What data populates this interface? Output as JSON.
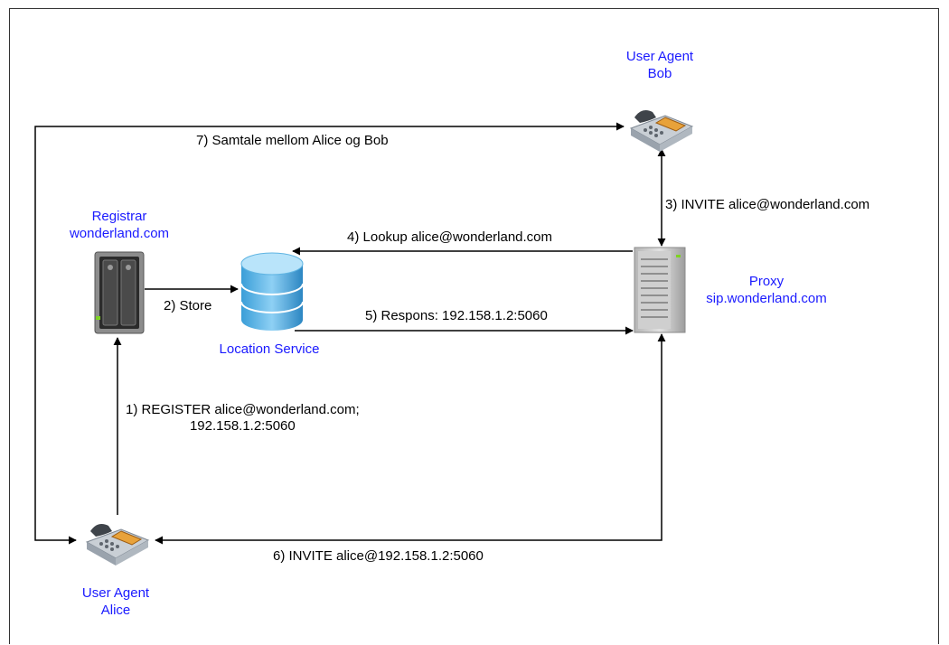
{
  "colors": {
    "node_label": "#1a1aff",
    "line": "#000000",
    "frame": "#333333"
  },
  "nodes": {
    "bob": {
      "line1": "User Agent",
      "line2": "Bob",
      "icon": "telephone-icon"
    },
    "alice": {
      "line1": "User Agent",
      "line2": "Alice",
      "icon": "telephone-icon"
    },
    "registrar": {
      "line1": "Registrar",
      "line2": "wonderland.com",
      "icon": "server-icon"
    },
    "location": {
      "line1": "Location Service",
      "icon": "database-icon"
    },
    "proxy": {
      "line1": "Proxy",
      "line2": "sip.wonderland.com",
      "icon": "server-tower-icon"
    }
  },
  "edges": {
    "e1": {
      "line1": "1) REGISTER alice@wonderland.com;",
      "line2": "192.158.1.2:5060"
    },
    "e2": "2) Store",
    "e3": "3) INVITE alice@wonderland.com",
    "e4": "4) Lookup alice@wonderland.com",
    "e5": "5) Respons: 192.158.1.2:5060",
    "e6": "6) INVITE alice@192.158.1.2:5060",
    "e7": "7) Samtale mellom Alice og Bob"
  }
}
